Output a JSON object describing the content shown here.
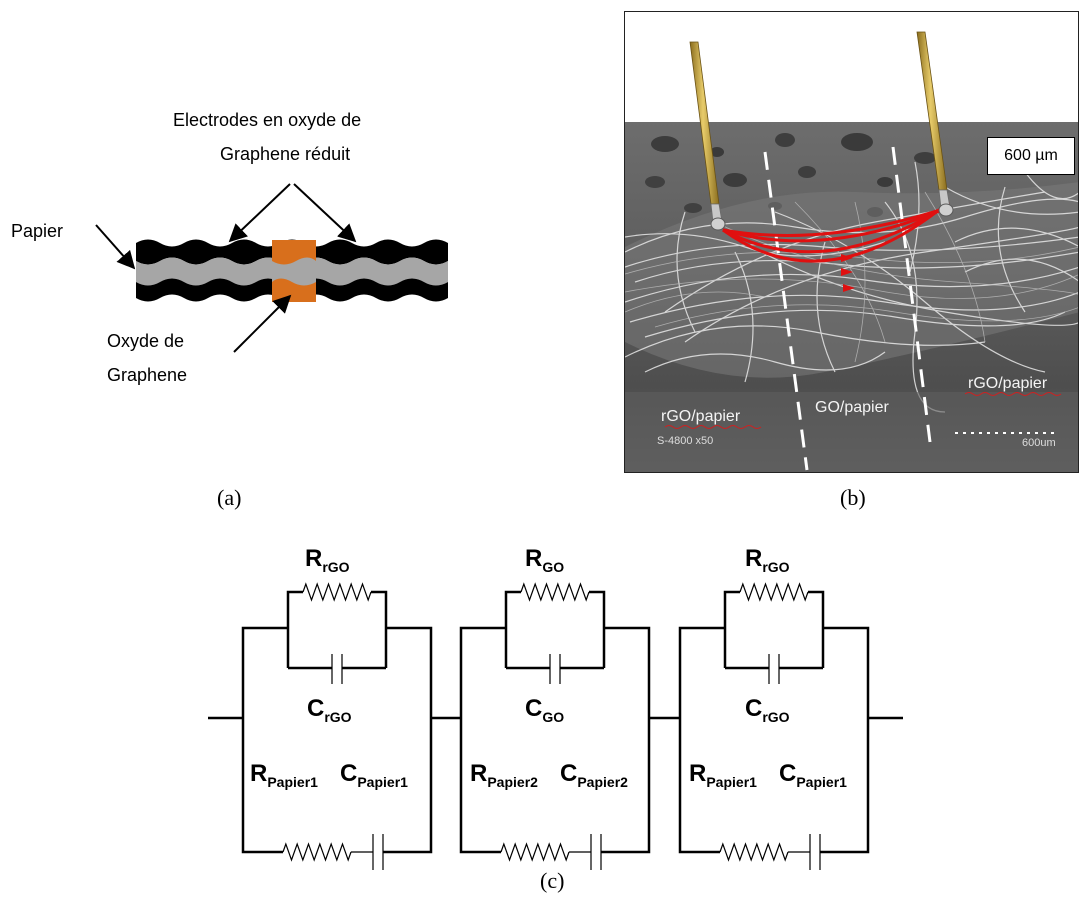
{
  "panel_a": {
    "label": "(a)",
    "electrodes_label_line1": "Electrodes en oxyde de",
    "electrodes_label_line2": "Graphene réduit",
    "papier_label": "Papier",
    "oxyde_label_line1": "Oxyde de",
    "oxyde_label_line2": "Graphene",
    "colors": {
      "electrode": "#000000",
      "paper": "#a6a6a6",
      "graphene_oxide": "#d86f1c"
    }
  },
  "panel_b": {
    "label": "(b)",
    "scale_box": "600 µm",
    "region_left": "rGO/papier",
    "region_center": "GO/papier",
    "region_right": "rGO/papier",
    "instrument_caption": "S-4800 x50",
    "scale_bar_text": "600um",
    "colors": {
      "probe": "#c9a640",
      "current_path": "#e01010"
    }
  },
  "panel_c": {
    "label": "(c)",
    "cells": [
      {
        "R_main": "R",
        "R_main_sub": "rGO",
        "C_main": "C",
        "C_main_sub": "rGO",
        "R_paper": "R",
        "R_paper_sub": "Papier1",
        "C_paper": "C",
        "C_paper_sub": "Papier1"
      },
      {
        "R_main": "R",
        "R_main_sub": "GO",
        "C_main": "C",
        "C_main_sub": "GO",
        "R_paper": "R",
        "R_paper_sub": "Papier2",
        "C_paper": "C",
        "C_paper_sub": "Papier2"
      },
      {
        "R_main": "R",
        "R_main_sub": "rGO",
        "C_main": "C",
        "C_main_sub": "rGO",
        "R_paper": "R",
        "R_paper_sub": "Papier1",
        "C_paper": "C",
        "C_paper_sub": "Papier1"
      }
    ]
  }
}
